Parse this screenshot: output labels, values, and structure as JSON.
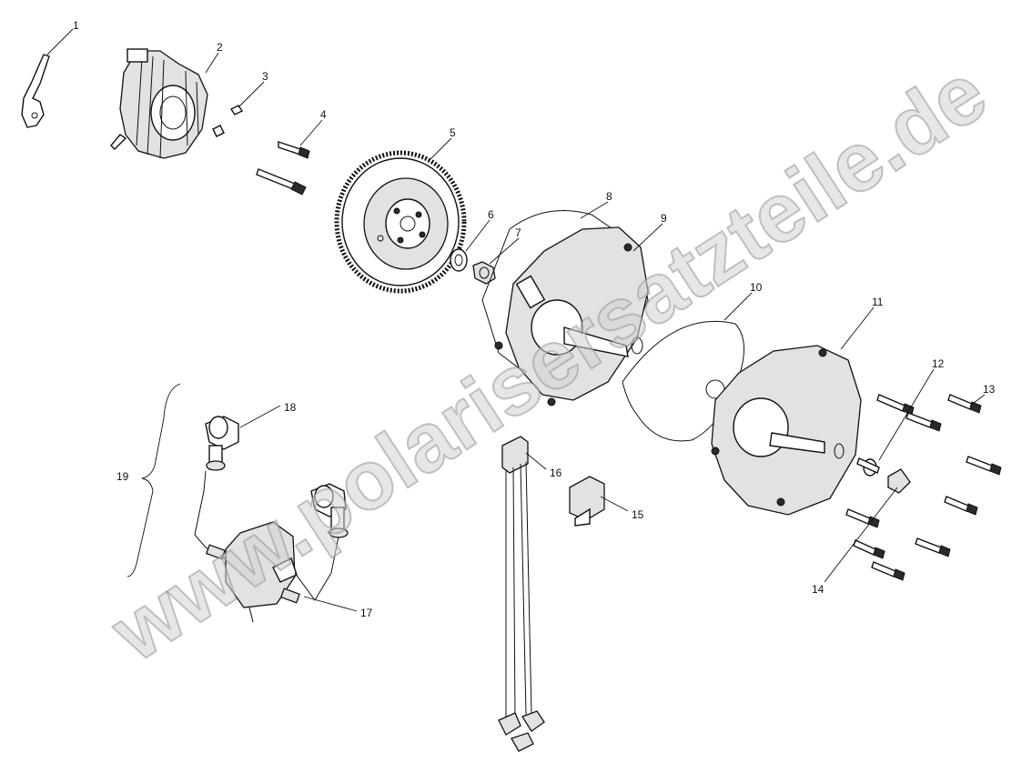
{
  "watermark": "www.polarisersatzteile.de",
  "callouts": [
    "1",
    "2",
    "3",
    "4",
    "5",
    "6",
    "7",
    "8",
    "9",
    "10",
    "11",
    "12",
    "13",
    "14",
    "15",
    "16",
    "17",
    "18",
    "19"
  ]
}
